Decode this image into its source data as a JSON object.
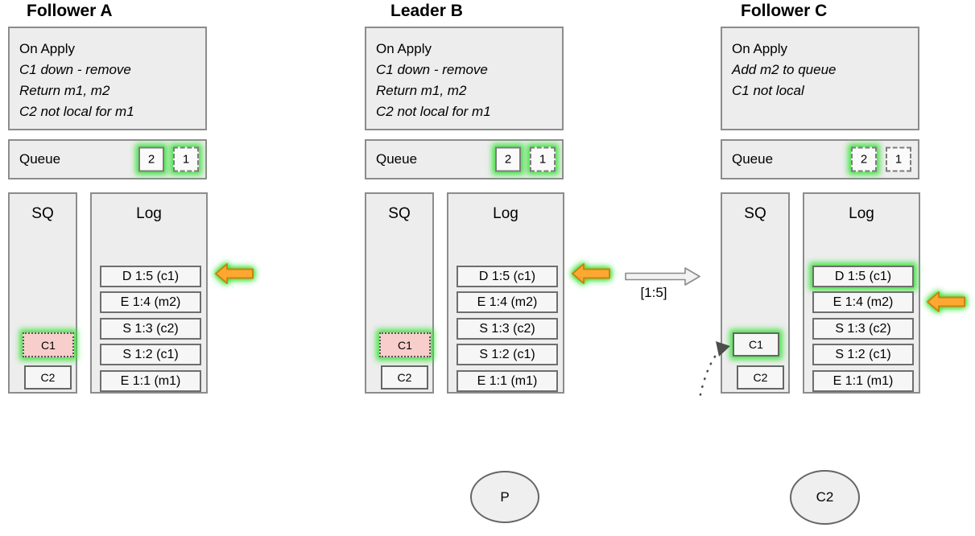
{
  "colors": {
    "box_fill": "#ededed",
    "box_border": "#8c8c8c",
    "entry_fill": "#f6f6f6",
    "entry_border": "#6e6e6e",
    "pink_fill": "#f8cecc",
    "orange_fill": "#ffa733",
    "orange_border": "#c8860a",
    "glow": "#3fe33f",
    "white_arrow_fill": "#f2f2f2",
    "arrow_border": "#8a8a8a"
  },
  "columns": [
    {
      "title": "Follower A",
      "on_apply": {
        "heading": "On Apply",
        "lines": [
          "C1 down - remove",
          "Return m1, m2",
          "C2 not local for m1"
        ]
      },
      "queue": {
        "label": "Queue",
        "chips": [
          {
            "label": "2"
          },
          {
            "label": "1"
          }
        ]
      },
      "sq": {
        "label": "SQ",
        "items": [
          {
            "label": "C1"
          },
          {
            "label": "C2"
          }
        ]
      },
      "log": {
        "label": "Log",
        "entries": [
          {
            "text": "D 1:5 (c1)"
          },
          {
            "text": "E 1:4 (m2)"
          },
          {
            "text": "S 1:3 (c2)"
          },
          {
            "text": "S 1:2 (c1)"
          },
          {
            "text": "E 1:1 (m1)"
          }
        ]
      }
    },
    {
      "title": "Leader B",
      "on_apply": {
        "heading": "On Apply",
        "lines": [
          "C1 down - remove",
          "Return m1, m2",
          "C2 not local for m1"
        ]
      },
      "queue": {
        "label": "Queue",
        "chips": [
          {
            "label": "2"
          },
          {
            "label": "1"
          }
        ]
      },
      "sq": {
        "label": "SQ",
        "items": [
          {
            "label": "C1"
          },
          {
            "label": "C2"
          }
        ]
      },
      "log": {
        "label": "Log",
        "entries": [
          {
            "text": "D 1:5 (c1)"
          },
          {
            "text": "E 1:4 (m2)"
          },
          {
            "text": "S 1:3 (c2)"
          },
          {
            "text": "S 1:2 (c1)"
          },
          {
            "text": "E 1:1 (m1)"
          }
        ]
      }
    },
    {
      "title": "Follower C",
      "on_apply": {
        "heading": "On Apply",
        "lines": [
          "Add m2 to queue",
          "C1 not local"
        ]
      },
      "queue": {
        "label": "Queue",
        "chips": [
          {
            "label": "2"
          },
          {
            "label": "1"
          }
        ]
      },
      "sq": {
        "label": "SQ",
        "items": [
          {
            "label": "C1"
          },
          {
            "label": "C2"
          }
        ]
      },
      "log": {
        "label": "Log",
        "entries": [
          {
            "text": "D 1:5 (c1)"
          },
          {
            "text": "E 1:4 (m2)"
          },
          {
            "text": "S 1:3 (c2)"
          },
          {
            "text": "S 1:2 (c1)"
          },
          {
            "text": "E 1:1 (m1)"
          }
        ]
      }
    }
  ],
  "replication": {
    "label": "[1:5]"
  },
  "actors": [
    {
      "label": "P"
    },
    {
      "label": "C2"
    }
  ]
}
